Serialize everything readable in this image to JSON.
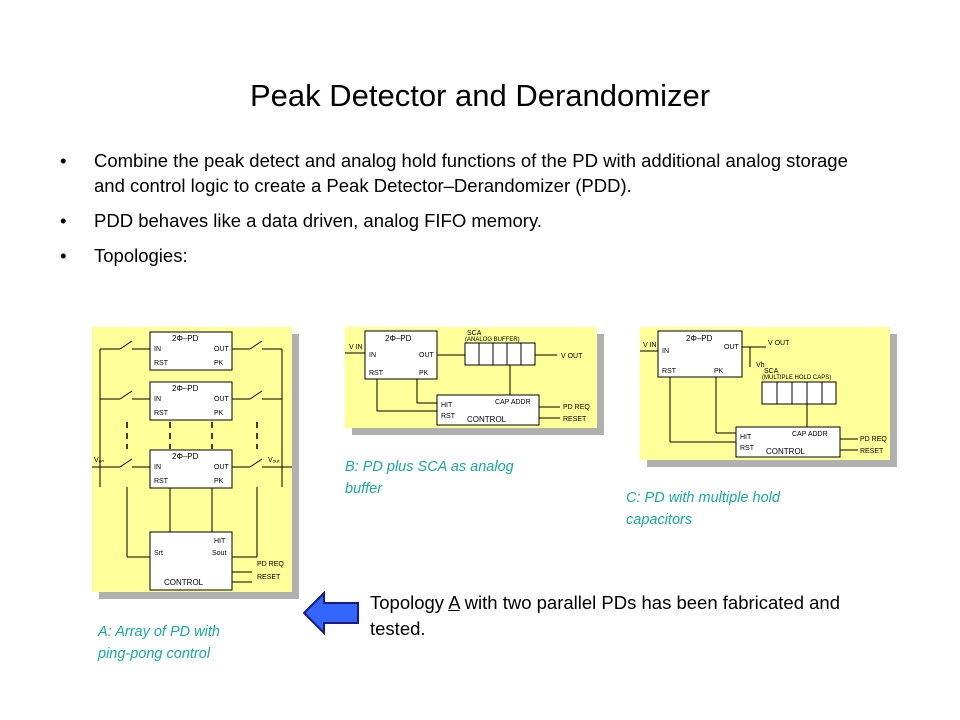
{
  "title": "Peak Detector and Derandomizer",
  "bullets": [
    "Combine the peak detect and analog hold functions of the PD with additional analog storage and control logic to create a Peak Detector–Derandomizer (PDD).",
    "PDD behaves like a data driven, analog FIFO memory.",
    "Topologies:"
  ],
  "diagrams": {
    "a": {
      "pd_label": "2Φ–PD",
      "in": "IN",
      "out": "OUT",
      "rst": "RST",
      "pk": "PK",
      "vin": "Vₑₙ",
      "vout": "Vₒᵤₜ",
      "hit": "HIT",
      "srt": "Srt",
      "sout": "Sout",
      "control": "CONTROL",
      "pdreq": "PD REQ",
      "reset": "RESET"
    },
    "b": {
      "pd_label": "2Φ–PD",
      "vin": "V IN",
      "in": "IN",
      "out": "OUT",
      "rst": "RST",
      "pk": "PK",
      "sca": "SCA",
      "sca_desc": "(ANALOG BUFFER)",
      "vout": "V OUT",
      "hit": "HIT",
      "rst2": "RST",
      "capaddr": "CAP ADDR",
      "control": "CONTROL",
      "pdreq": "PD REQ",
      "reset": "RESET"
    },
    "c": {
      "pd_label": "2Φ–PD",
      "vin": "V IN",
      "in": "IN",
      "out": "OUT",
      "rst": "RST",
      "pk": "PK",
      "vout": "V OUT",
      "vh": "Vh",
      "sca": "SCA",
      "sca_desc": "(MULTIPLE HOLD CAPS)",
      "hit": "HIT",
      "rst2": "RST",
      "capaddr": "CAP ADDR",
      "control": "CONTROL",
      "pdreq": "PD REQ",
      "reset": "RESET"
    }
  },
  "captions": {
    "a": [
      "A: Array of PD with",
      "ping-pong control"
    ],
    "b": [
      "B: PD plus SCA as analog",
      "buffer"
    ],
    "c": [
      "C: PD with multiple hold",
      "capacitors"
    ]
  },
  "note": {
    "pre": "Topology ",
    "underlined": "A",
    "post": " with two parallel PDs has been fabricated and tested."
  },
  "colors": {
    "panel_bg": "#ffff99",
    "shadow": "#b0b0b0",
    "caption": "#17a9a3",
    "arrow_fill": "#3366ff",
    "arrow_stroke": "#1a1a80"
  }
}
